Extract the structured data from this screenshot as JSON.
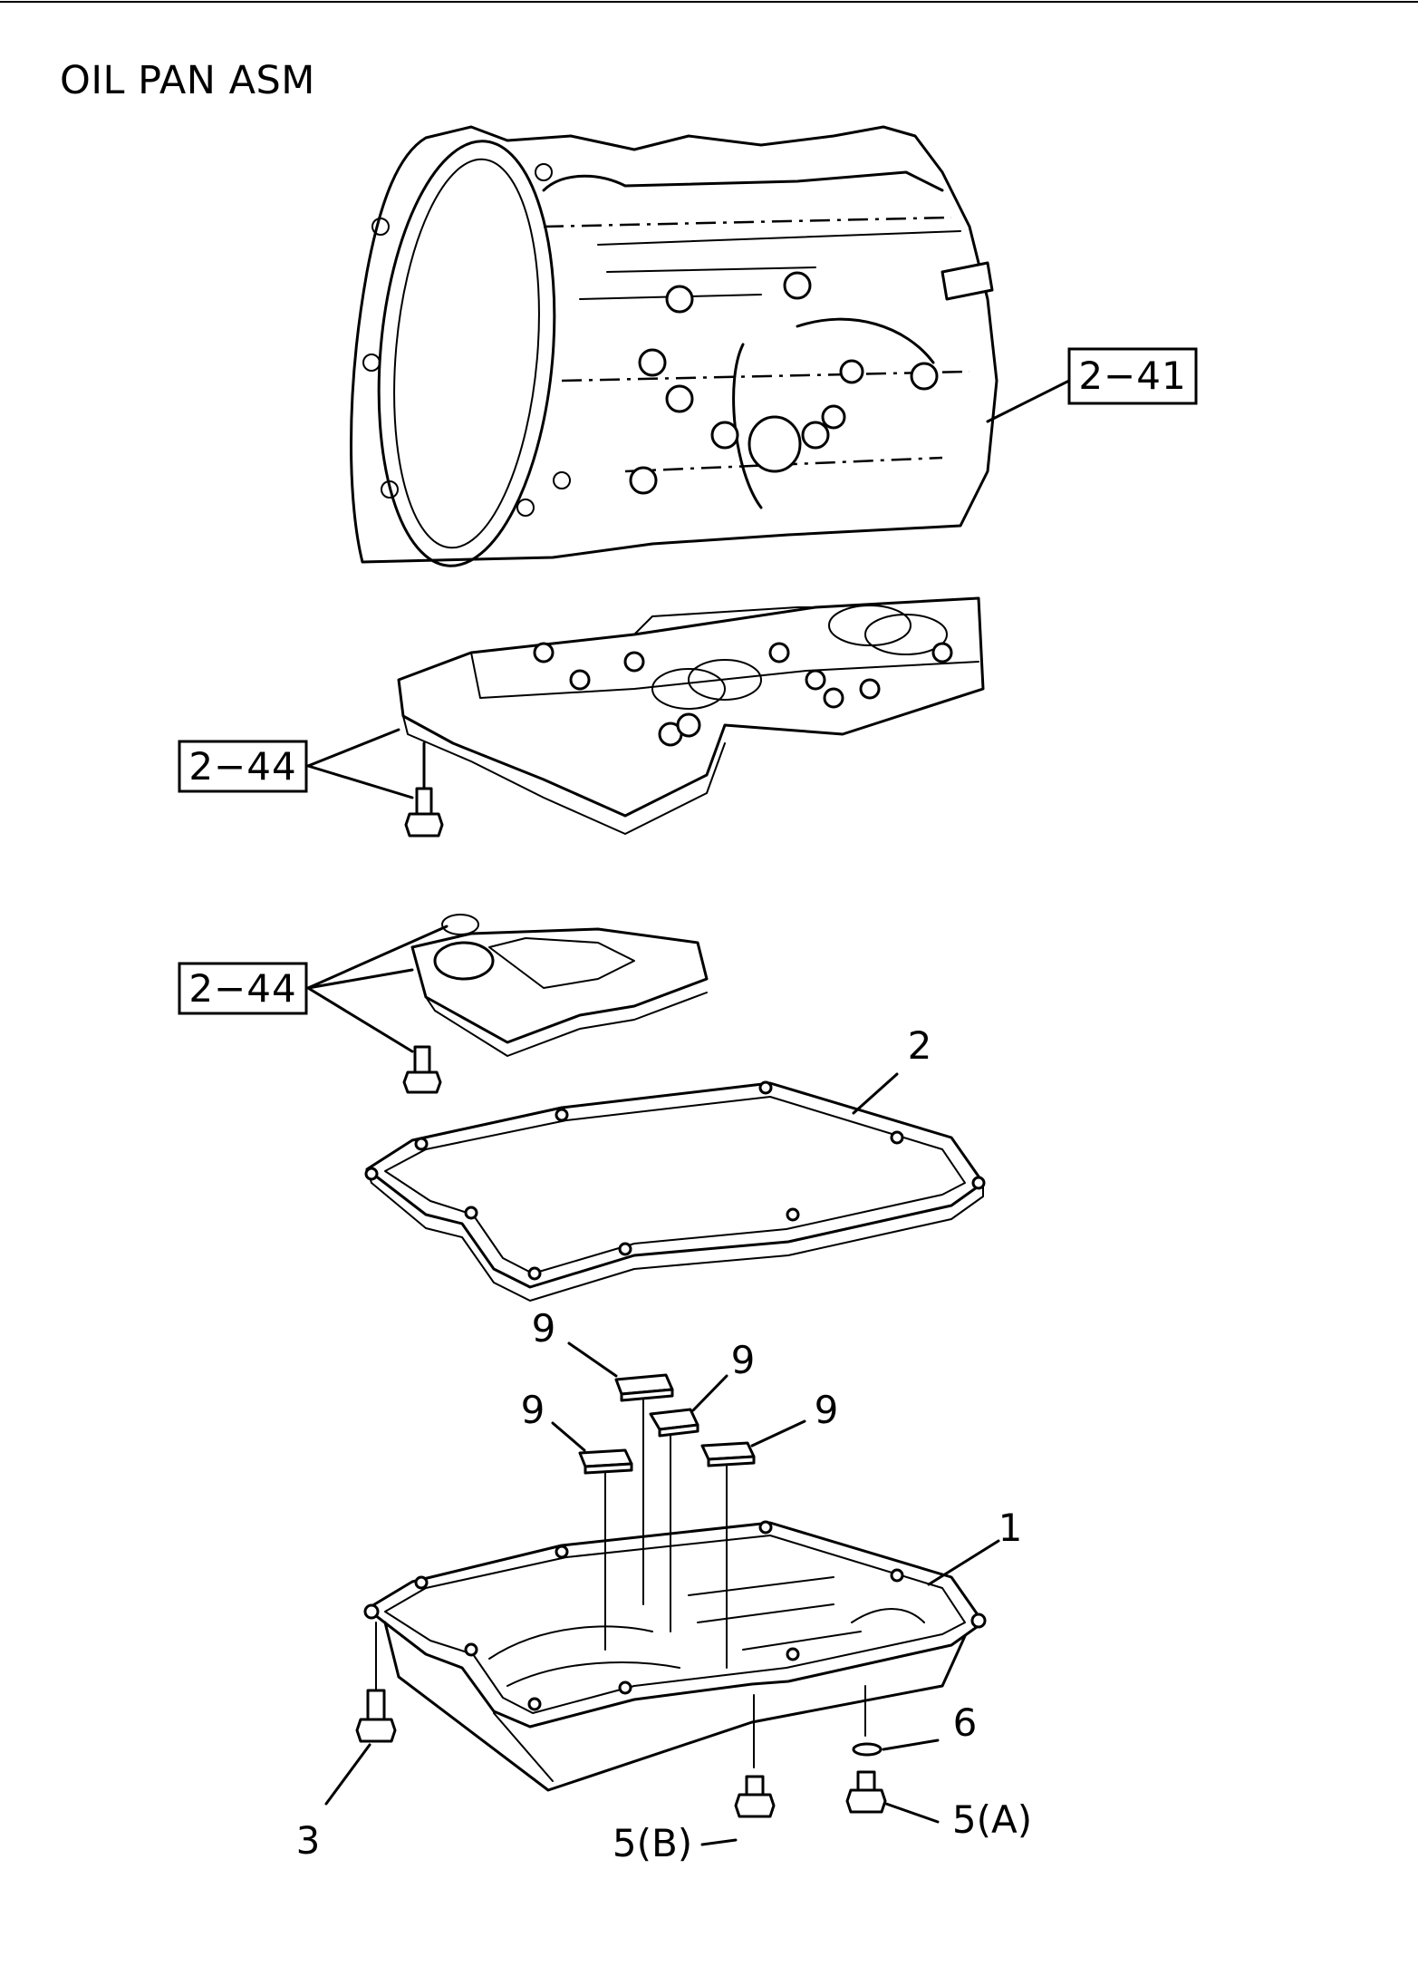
{
  "title": "OIL PAN ASM",
  "references": {
    "transmission_case": "2−41",
    "valve_body": "2−44",
    "oil_strainer": "2−44"
  },
  "callouts": {
    "oil_pan": "1",
    "gasket": "2",
    "pan_bolt": "3",
    "drain_plug_a": "5(A)",
    "drain_plug_b": "5(B)",
    "washer": "6",
    "magnet_1": "9",
    "magnet_2": "9",
    "magnet_3": "9",
    "magnet_4": "9"
  }
}
